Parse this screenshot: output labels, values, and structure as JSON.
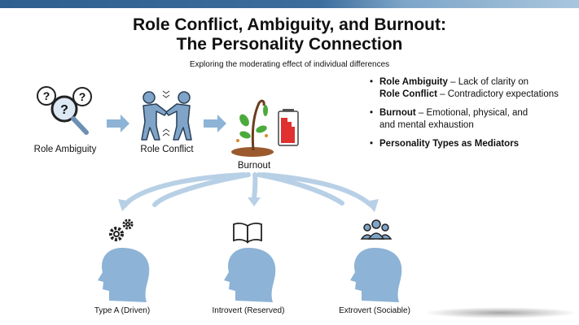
{
  "title_line1": "Role Conflict, Ambiguity, and Burnout:",
  "title_line2": "The Personality Connection",
  "subtitle": "Exploring the moderating effect of individual differences",
  "flow": {
    "role_ambiguity": "Role Ambiguity",
    "role_conflict": "Role Conflict",
    "burnout": "Burnout"
  },
  "bullets": [
    {
      "term": "Role Ambiguity",
      "text": " – Lack of clarity on"
    },
    {
      "term": "Role Conflict",
      "text": " – Contradictory expectations"
    },
    {
      "term": "Burnout",
      "text": " – Emotional, physical, and"
    },
    {
      "term": "",
      "text": "and mental exhaustion"
    },
    {
      "term": "Personality Types as Mediators",
      "text": ""
    }
  ],
  "personalities": [
    {
      "label": "Type A (Driven)",
      "icon": "gears-icon"
    },
    {
      "label": "Introvert (Reserved)",
      "icon": "book-icon"
    },
    {
      "label": "Extrovert (Sociable)",
      "icon": "group-icon"
    }
  ],
  "colors": {
    "accent": "#8db3d6",
    "figure": "#7fa4c8",
    "battery": "#e03030"
  }
}
